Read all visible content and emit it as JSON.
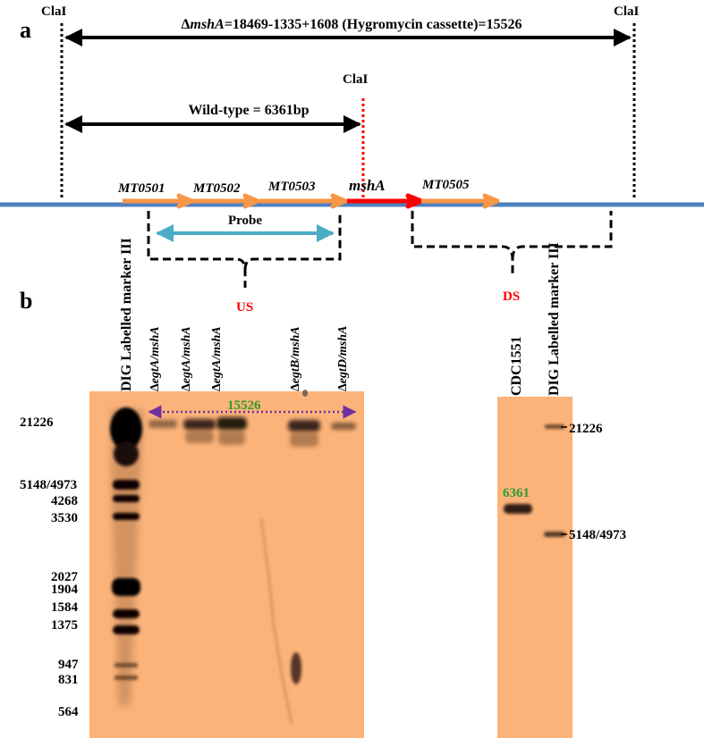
{
  "panel_a": {
    "letter": "a",
    "clai_left": "ClaI",
    "clai_right": "ClaI",
    "clai_mid": "ClaI",
    "mutant_span_prefix": "Δ",
    "mutant_span_gene": "mshA",
    "mutant_span_rest": "=18469-1335+1608 (Hygromycin cassette)=15526",
    "wildtype_span": "Wild-type = 6361bp",
    "genes": [
      "MT0501",
      "MT0502",
      "MT0503",
      "mshA",
      "MT0505"
    ],
    "probe_label": "Probe",
    "us_label": "US",
    "ds_label": "DS",
    "colors": {
      "chromosome": "#4f81bd",
      "gene_arrow": "#f79646",
      "mshA_arrow": "#ff0000",
      "probe_arrow": "#4bacc6",
      "clai_mid_line": "#ff0000",
      "us_ds_text": "#ff0000"
    }
  },
  "panel_b": {
    "letter": "b",
    "left_gel": {
      "lanes": [
        {
          "prefix": "",
          "gene": "",
          "label": "DIG Labelled marker III"
        },
        {
          "prefix": "Δ",
          "gene": "egtA",
          "label": "/mshA"
        },
        {
          "prefix": "Δ",
          "gene": "egtA",
          "label": "/mshA"
        },
        {
          "prefix": "Δ",
          "gene": "egtA",
          "label": "/mshA"
        },
        {
          "prefix": "Δ",
          "gene": "egtB",
          "label": "/mshA"
        },
        {
          "prefix": "Δ",
          "gene": "egtD",
          "label": "/mshA"
        }
      ],
      "marker_sizes": [
        "21226",
        "5148/4973",
        "4268",
        "3530",
        "2027",
        "1904",
        "1584",
        "1375",
        "947",
        "831",
        "564"
      ],
      "band_annotation": "15526",
      "annotation_color": "#2e9c2e",
      "gel_color": "#fbb37a"
    },
    "right_gel": {
      "lanes": [
        "CDC1551",
        "DIG Labelled marker III"
      ],
      "marker_sizes": [
        "21226",
        "5148/4973"
      ],
      "band_annotation": "6361",
      "annotation_color": "#2e9c2e",
      "gel_color": "#fbb37a"
    }
  }
}
